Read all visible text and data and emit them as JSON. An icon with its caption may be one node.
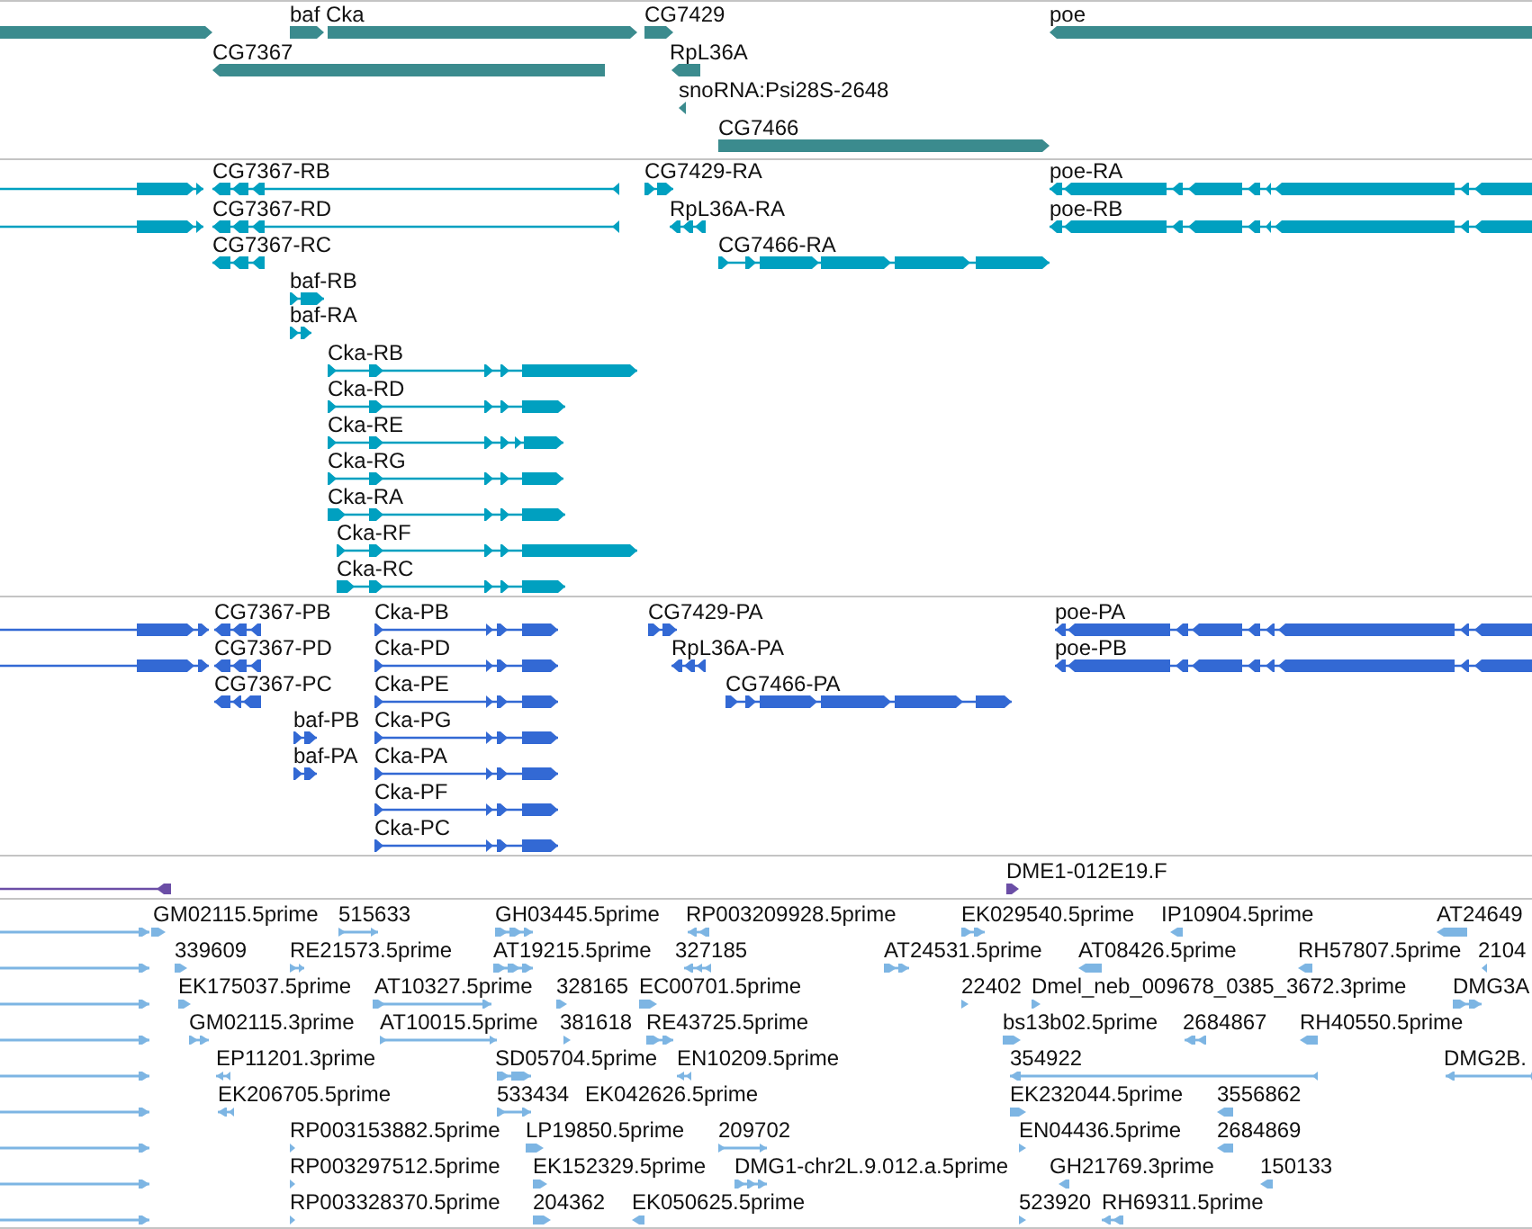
{
  "diagram": {
    "labels": [
      "baf",
      "Cka",
      "CG7429",
      "poe",
      "CG7367",
      "RpL36A",
      "snoRNA:Psi28S-2648",
      "CG7466",
      "CG7367-RB",
      "CG7429-RA",
      "poe-RA",
      "CG7367-RD",
      "RpL36A-RA",
      "poe-RB",
      "CG7367-RC",
      "CG7466-RA",
      "baf-RB",
      "baf-RA",
      "Cka-RB",
      "Cka-RD",
      "Cka-RE",
      "Cka-RG",
      "Cka-RA",
      "Cka-RF",
      "Cka-RC",
      "CG7367-PB",
      "Cka-PB",
      "CG7429-PA",
      "poe-PA",
      "CG7367-PD",
      "Cka-PD",
      "RpL36A-PA",
      "poe-PB",
      "CG7367-PC",
      "Cka-PE",
      "CG7466-PA",
      "baf-PB",
      "Cka-PG",
      "baf-PA",
      "Cka-PA",
      "Cka-PF",
      "Cka-PC",
      "DME1-012E19.F",
      "GM02115.5prime",
      "515633",
      "GH03445.5prime",
      "RP003209928.5prime",
      "EK029540.5prime",
      "IP10904.5prime",
      "AT24649",
      "339609",
      "RE21573.5prime",
      "AT19215.5prime",
      "327185",
      "AT24531.5prime",
      "AT08426.5prime",
      "RH57807.5prime",
      "2104",
      "EK175037.5prime",
      "AT10327.5prime",
      "328165",
      "EC00701.5prime",
      "22402",
      "Dmel_neb_009678_0385_3672.3prime",
      "DMG3A",
      "GM02115.3prime",
      "AT10015.5prime",
      "381618",
      "RE43725.5prime",
      "bs13b02.5prime",
      "2684867",
      "RH40550.5prime",
      "EP11201.3prime",
      "SD05704.5prime",
      "EN10209.5prime",
      "354922",
      "DMG2B.",
      "EK206705.5prime",
      "533434",
      "EK042626.5prime",
      "EK232044.5prime",
      "3556862",
      "RP003153882.5prime",
      "LP19850.5prime",
      "209702",
      "EN04436.5prime",
      "2684869",
      "RP003297512.5prime",
      "EK152329.5prime",
      "DMG1-chr2L.9.012.a.5prime",
      "GH21769.3prime",
      "150133",
      "RP003328370.5prime",
      "204362",
      "EK050625.5prime",
      "523920",
      "RH69311.5prime"
    ]
  }
}
